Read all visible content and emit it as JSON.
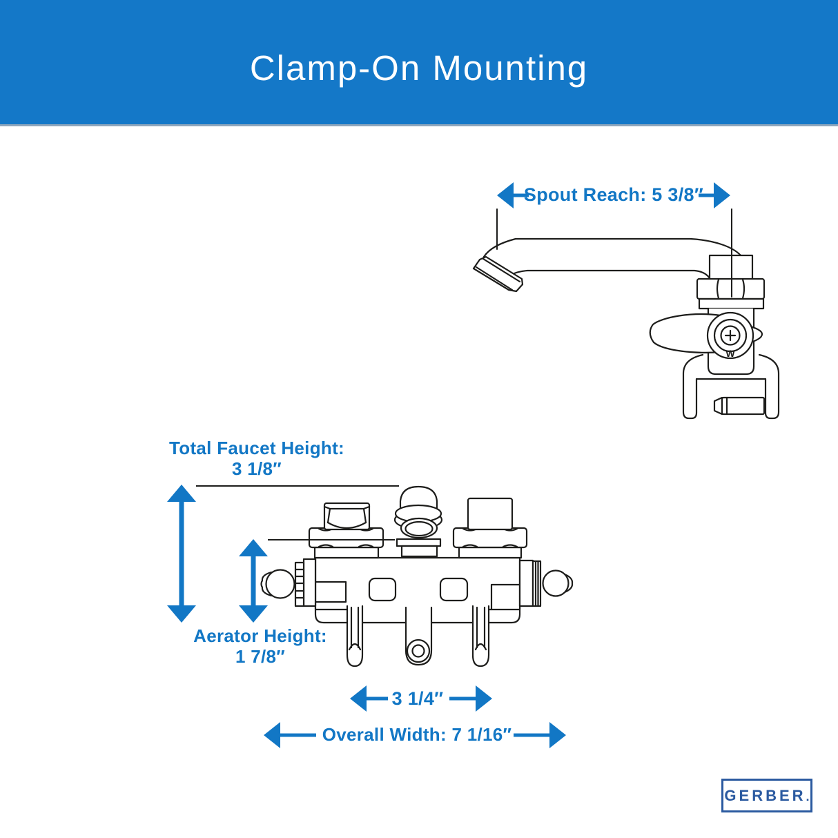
{
  "header": {
    "title": "Clamp-On Mounting"
  },
  "annotations": {
    "spout_reach": {
      "label": "Spout Reach: 5 3/8″"
    },
    "total_faucet_height": {
      "label": "Total Faucet Height:",
      "value": "3 1/8″"
    },
    "aerator_height": {
      "label": "Aerator Height:",
      "value": "1 7/8″"
    },
    "mounting_centers": {
      "value": "3 1/4″"
    },
    "overall_width": {
      "label": "Overall Width: 7 1/16″"
    }
  },
  "drawing": {
    "handle_letter": "W"
  },
  "logo": {
    "text": "GERBER",
    "mark": "."
  },
  "colors": {
    "banner_blue": "#1478C8",
    "dimension_blue": "#1277C5",
    "logo_blue": "#2B5AA0",
    "line_color": "#1D1D1B"
  }
}
